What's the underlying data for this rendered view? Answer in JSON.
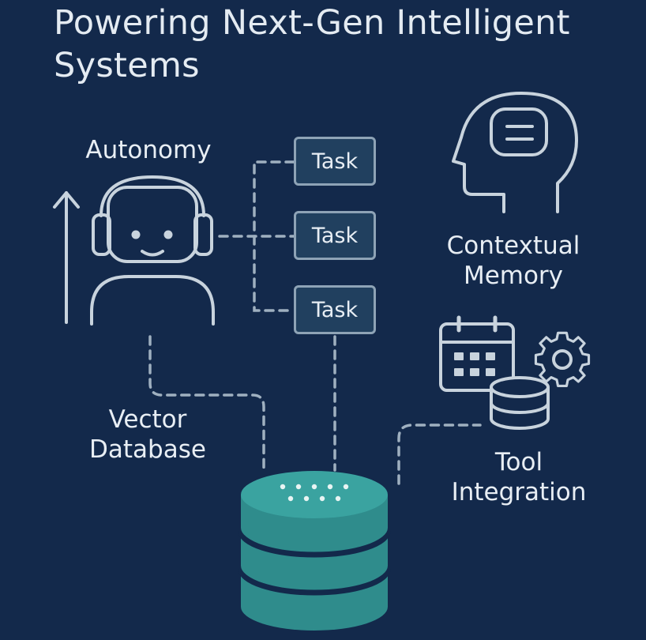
{
  "title": "Powering Next-Gen Intelligent Systems",
  "labels": {
    "autonomy": "Autonomy",
    "contextual_memory_line1": "Contextual",
    "contextual_memory_line2": "Memory",
    "vector_database_line1": "Vector",
    "vector_database_line2": "Database",
    "tool_integration_line1": "Tool",
    "tool_integration_line2": "Integration"
  },
  "tasks": [
    "Task",
    "Task",
    "Task"
  ],
  "icons": [
    "robot-head-with-headset-icon",
    "up-arrow-icon",
    "human-head-with-document-icon",
    "calendar-icon",
    "gear-icon",
    "small-database-icon",
    "large-database-icon"
  ],
  "colors": {
    "background": "#13294b",
    "line": "#c8d3dd",
    "dashed_line": "#9fb0c0",
    "task_fill": "#21405f",
    "database_fill": "#2f8c8c",
    "database_top": "#3aa3a0"
  }
}
